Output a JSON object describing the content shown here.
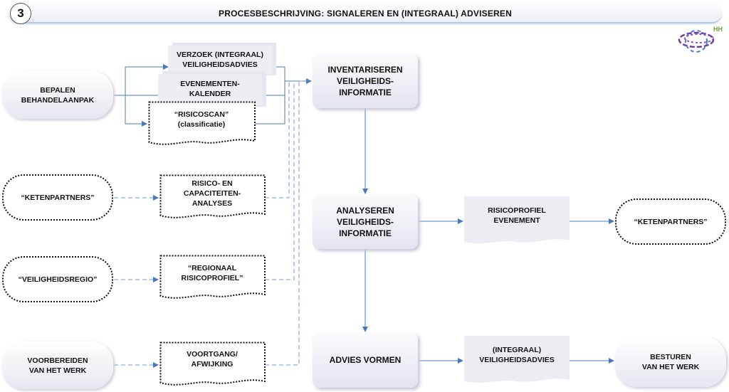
{
  "header": {
    "number": "3",
    "title": "PROCESBESCHRIJVING: SIGNALEREN EN (INTEGRAAL) ADVISEREN"
  },
  "nodes": {
    "bepalen": {
      "line1": "BEPALEN",
      "line2": "BEHANDELAANPAK"
    },
    "verzoek": {
      "line1": "VERZOEK (INTEGRAAL)",
      "line2": "VEILIGHEIDSADVIES"
    },
    "evenementen": {
      "line1": "EVENEMENTEN-",
      "line2": "KALENDER"
    },
    "risicoscan": {
      "line1": "“RISICOSCAN”",
      "line2": "(classificatie)"
    },
    "ketenpartners_left": {
      "line1": "“KETENPARTNERS”"
    },
    "risico_cap": {
      "line1": "RISICO- EN",
      "line2": "CAPACITEITEN-",
      "line3": "ANALYSES"
    },
    "veiligheidsregio": {
      "line1": "“VEILIGHEIDSREGIO”"
    },
    "regionaal": {
      "line1": "“REGIONAAL",
      "line2": "RISICOPROFIEL”"
    },
    "voorbereiden": {
      "line1": "VOORBEREIDEN",
      "line2": "VAN HET WERK"
    },
    "voortgang": {
      "line1": "VOORTGANG/",
      "line2": "AFWIJKING"
    },
    "inventariseren": {
      "line1": "INVENTARISEREN",
      "line2": "VEILIGHEIDS-",
      "line3": "INFORMATIE"
    },
    "analyseren": {
      "line1": "ANALYSEREN",
      "line2": "VEILIGHEIDS-",
      "line3": "INFORMATIE"
    },
    "advies": {
      "line1": "ADVIES VORMEN"
    },
    "risicoprofiel": {
      "line1": "RISICOPROFIEL",
      "line2": "EVENEMENT"
    },
    "ketenpartners_right": {
      "line1": "“KETENPARTNERS”"
    },
    "integraal": {
      "line1": "(INTEGRAAL)",
      "line2": "VEILIGHEIDSADVIES"
    },
    "besturen": {
      "line1": "BESTUREN",
      "line2": "VAN HET WERK"
    }
  },
  "colors": {
    "connector": "#4a78c0",
    "dashed": "#6f94cf",
    "logo": "#6a3fa0"
  },
  "logo": {
    "icon": "hh-swirl-logo",
    "text": "HH"
  }
}
